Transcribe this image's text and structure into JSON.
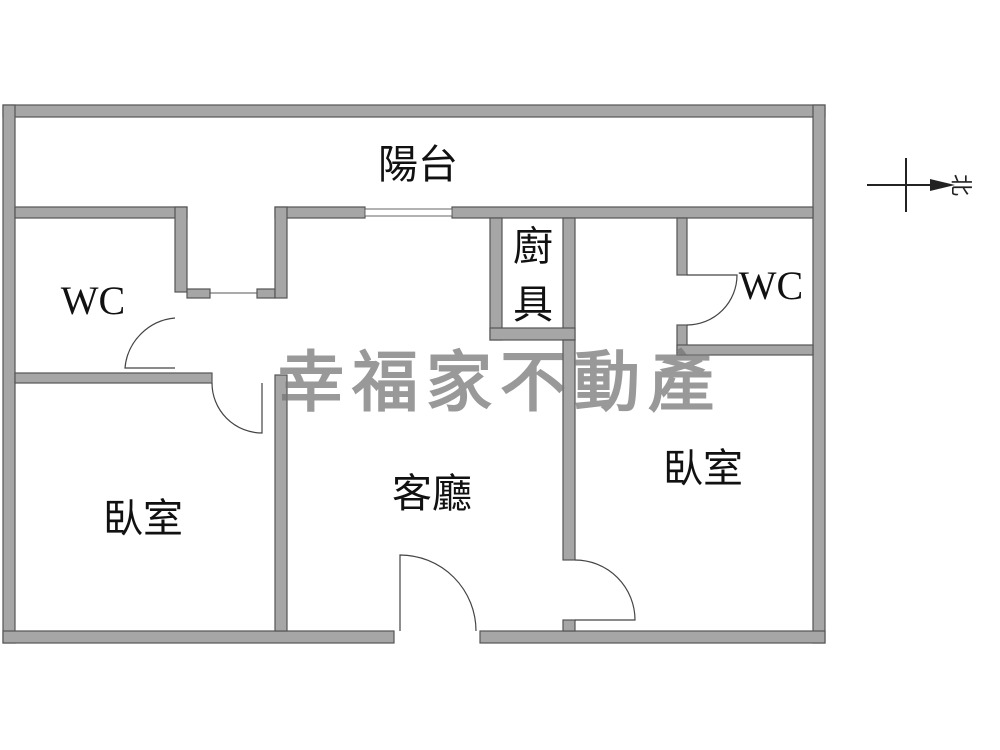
{
  "rooms": {
    "balcony": "陽台",
    "wc_left": "WC",
    "wc_right": "WC",
    "kitchen_1": "廚",
    "kitchen_2": "具",
    "bedroom_left": "臥室",
    "living_room": "客廳",
    "bedroom_right": "臥室"
  },
  "watermark": "幸福家不動產",
  "compass": {
    "north_label": "北"
  },
  "colors": {
    "wall": "#a6a6a6",
    "outline": "#555555"
  }
}
